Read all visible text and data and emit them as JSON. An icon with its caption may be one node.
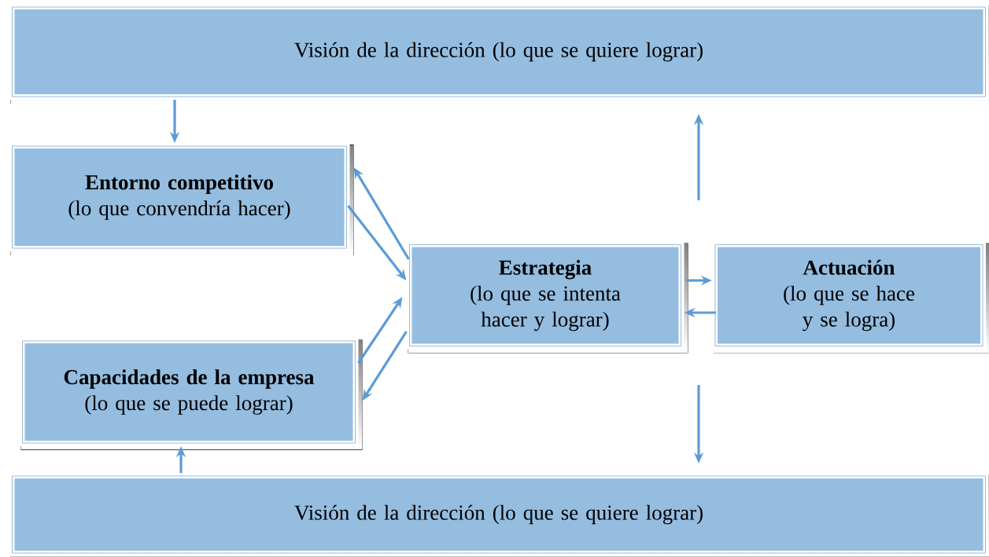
{
  "diagram": {
    "nodes": [
      {
        "text": [
          "Visión de la dirección (lo que se quiere lograr)"
        ]
      },
      {
        "text": [
          "Entorno competitivo",
          "(lo que convendría hacer)"
        ]
      },
      {
        "text": [
          "Estrategia",
          "(lo que se intenta hacer y lograr)"
        ]
      },
      {
        "text": [
          "Actuación",
          "(lo que se hace y se logra)"
        ]
      },
      {
        "text": [
          "Capacidades de la empresa",
          "(lo que se puede lograr)"
        ]
      },
      {
        "text": [
          "Visión de la dirección (lo que se quiere lograr)"
        ]
      }
    ],
    "edges": [
      {
        "from": 0,
        "to": 1,
        "arrow": "to"
      },
      {
        "from": null,
        "to": 0,
        "arrow": "to"
      },
      {
        "from": 1,
        "to": 2,
        "arrow": "to"
      },
      {
        "from": 2,
        "to": 1,
        "arrow": "to"
      },
      {
        "from": 4,
        "to": 2,
        "arrow": "to"
      },
      {
        "from": 2,
        "to": 4,
        "arrow": "to"
      },
      {
        "from": 2,
        "to": 3,
        "arrow": "to"
      },
      {
        "from": 3,
        "to": 2,
        "arrow": "to"
      },
      {
        "from": null,
        "to": 5,
        "arrow": "to"
      },
      {
        "from": 5,
        "to": 4,
        "arrow": "to"
      }
    ]
  }
}
